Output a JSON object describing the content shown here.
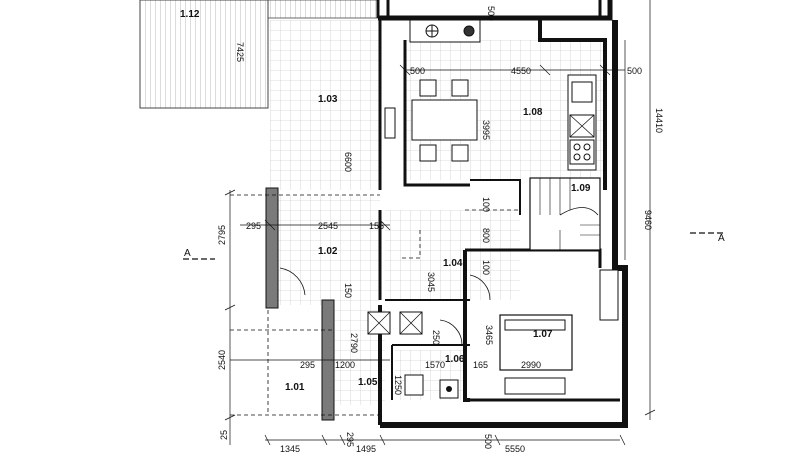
{
  "rooms": {
    "r112": "1.12",
    "r103": "1.03",
    "r108": "1.08",
    "r109": "1.09",
    "r102": "1.02",
    "r104": "1.04",
    "r107": "1.07",
    "r101": "1.01",
    "r105": "1.05",
    "r106": "1.06"
  },
  "dims": {
    "d7425": "7425",
    "d500a": "500",
    "d500b": "500",
    "d4550": "4550",
    "d500c": "500",
    "d14410": "14410",
    "d3995": "3995",
    "d6600": "6600",
    "d9460": "9460",
    "d295a": "295",
    "d2545": "2545",
    "d155": "155",
    "d2795": "2795",
    "d100": "100",
    "d800": "800",
    "d100b": "100",
    "d3045": "3045",
    "d150": "150",
    "d2790": "2790",
    "d3465": "3465",
    "d1200": "1200",
    "d250": "250",
    "d2540": "2540",
    "d295b": "295",
    "d1570": "1570",
    "d165": "165",
    "d2990": "2990",
    "d1250": "1250",
    "d25": "25",
    "d1345": "1345",
    "d295c": "295",
    "d1495": "1495",
    "d500d": "500",
    "d5550": "5550"
  },
  "sections": {
    "left": "A",
    "right": "A"
  }
}
